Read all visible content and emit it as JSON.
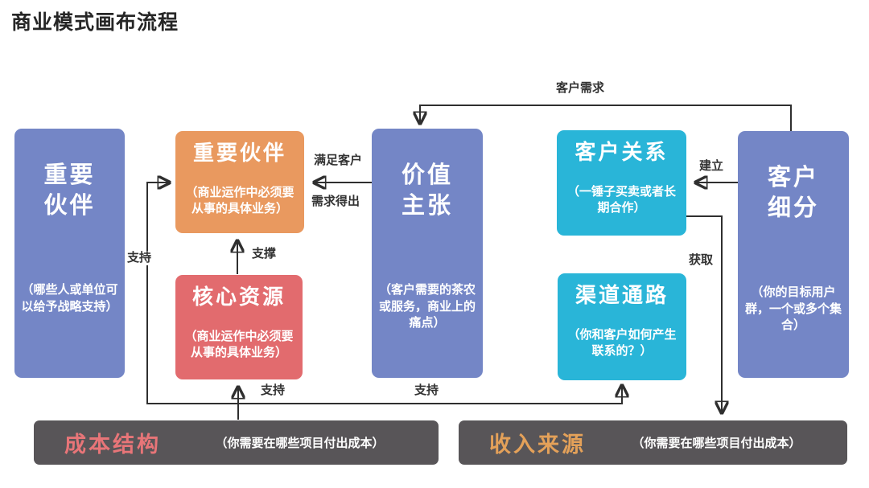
{
  "page_title": "商业模式画布流程",
  "colors": {
    "blue_box": "#7486C6",
    "orange_box": "#E9995F",
    "red_box": "#E26B6E",
    "cyan_box": "#29B5D8",
    "gray_bar": "#585558",
    "cost_title_text": "#E87578",
    "revenue_title_text": "#E4A159",
    "connector": "#2f2f2f"
  },
  "boxes": {
    "key_partners_main": {
      "title": "重要\n伙伴",
      "note": "（哪些人或单位可\n以给予战略支持）"
    },
    "key_partners_ops": {
      "title": "重要伙伴",
      "note": "（商业运作中必须要\n从事的具体业务）"
    },
    "core_resources": {
      "title": "核心资源",
      "note": "（商业运作中必须要\n从事的具体业务）"
    },
    "value_proposition": {
      "title": "价值\n主张",
      "note": "（客户需要的茶农\n或服务，商业上的\n痛点）"
    },
    "customer_relations": {
      "title": "客户关系",
      "note": "（一锤子买卖或者长\n期合作）"
    },
    "channels": {
      "title": "渠道通路",
      "note": "（你和客户如何产生\n联系的？）"
    },
    "customer_segments": {
      "title": "客户\n细分",
      "note": "（你的目标用户\n群，一个或多个集\n合）"
    },
    "cost_structure": {
      "title": "成本结构",
      "note": "（你需要在哪些项目付出成本）"
    },
    "revenue_streams": {
      "title": "收入来源",
      "note": "（你需要在哪些项目付出成本）"
    }
  },
  "arrow_labels": {
    "customer_demand": "客户需求",
    "establish": "建立",
    "satisfy_customer": "满足客户",
    "demand_derived": "需求得出",
    "support_zhicheng": "支撑",
    "support_left": "支持",
    "support_bottom_left": "支持",
    "support_bottom_mid": "支持",
    "acquire": "获取"
  }
}
